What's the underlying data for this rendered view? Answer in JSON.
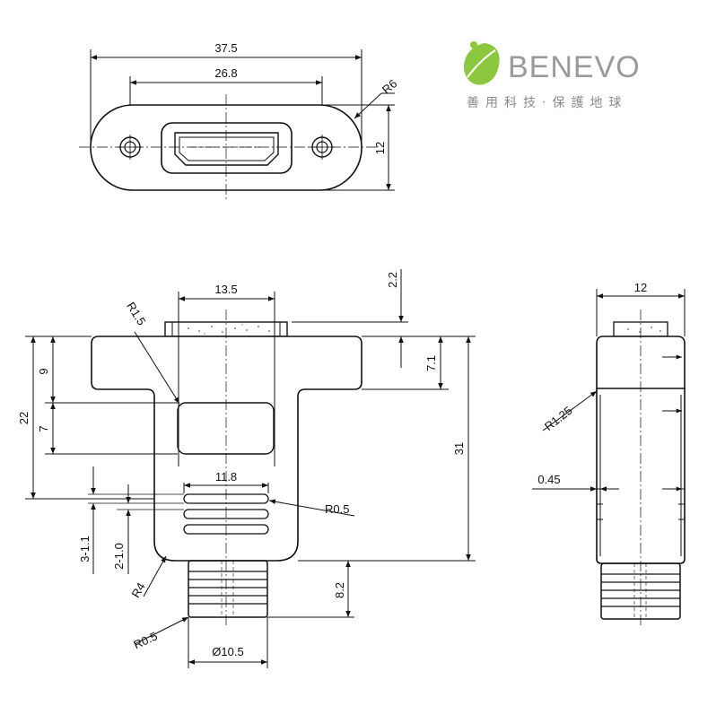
{
  "brand": {
    "name": "BENEVO",
    "tagline": "善用科技‧保護地球",
    "accent_green": "#8dc63f",
    "text_gray": "#9a9a9a"
  },
  "top_view": {
    "overall_width": "37.5",
    "hole_spacing": "26.8",
    "corner_radius": "R6",
    "height": "12"
  },
  "front_view": {
    "flange_width": "13.5",
    "top_step": "2.2",
    "slot_radius": "R1.5",
    "dim_9": "9",
    "dim_22": "22",
    "dim_7": "7",
    "dim_7_1": "7.1",
    "dim_31": "31",
    "rib_width": "11.8",
    "rib_radius": "R0.5",
    "rib_pitch_3": "3-1.1",
    "rib_pitch_2": "2-1.0",
    "neck_radius": "R4",
    "tip_radius": "R0.5",
    "cable_length": "8.2",
    "cable_diameter": "Ø10.5"
  },
  "side_view": {
    "width": "12",
    "edge_radius": "R1.25",
    "gap": "0.45"
  }
}
